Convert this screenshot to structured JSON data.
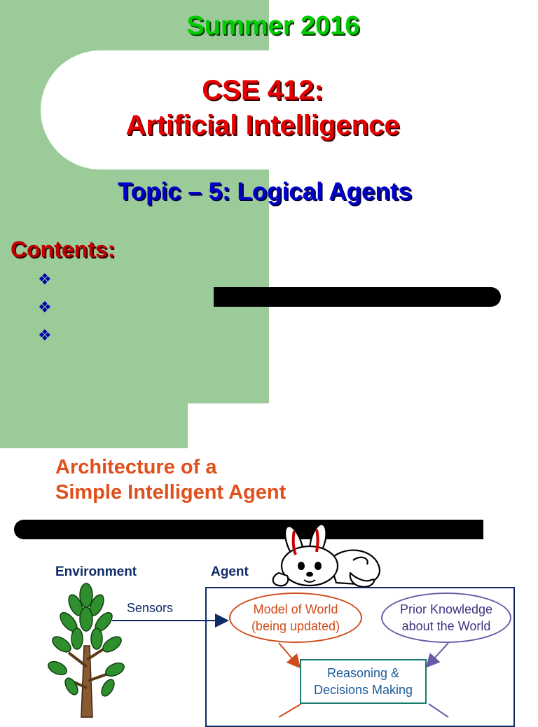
{
  "slide1": {
    "term": "Summer 2016",
    "course_code": "CSE 412:",
    "course_name": "Artificial Intelligence",
    "topic": "Topic – 5: Logical Agents",
    "contents_heading": "Contents:",
    "bullets": [
      "❖",
      "❖",
      "❖"
    ]
  },
  "slide2": {
    "title_line1": "Architecture of a",
    "title_line2": "Simple Intelligent Agent",
    "environment_label": "Environment",
    "agent_label": "Agent",
    "sensors_label": "Sensors",
    "model_line1": "Model of World",
    "model_line2": "(being updated)",
    "prior_line1": "Prior Knowledge",
    "prior_line2": "about the World",
    "reasoning_line1": "Reasoning &",
    "reasoning_line2": "Decisions Making"
  },
  "colors": {
    "green_panel": "#9ccb9a",
    "summer": "#00cc00",
    "course": "#e60000",
    "topic": "#0000cc",
    "contents": "#c00000",
    "arch_title": "#e0501c",
    "diagram_navy": "#0d2b66"
  },
  "icons": [
    "diamond-bullet-icon",
    "tree-icon",
    "rabbit-icon"
  ]
}
